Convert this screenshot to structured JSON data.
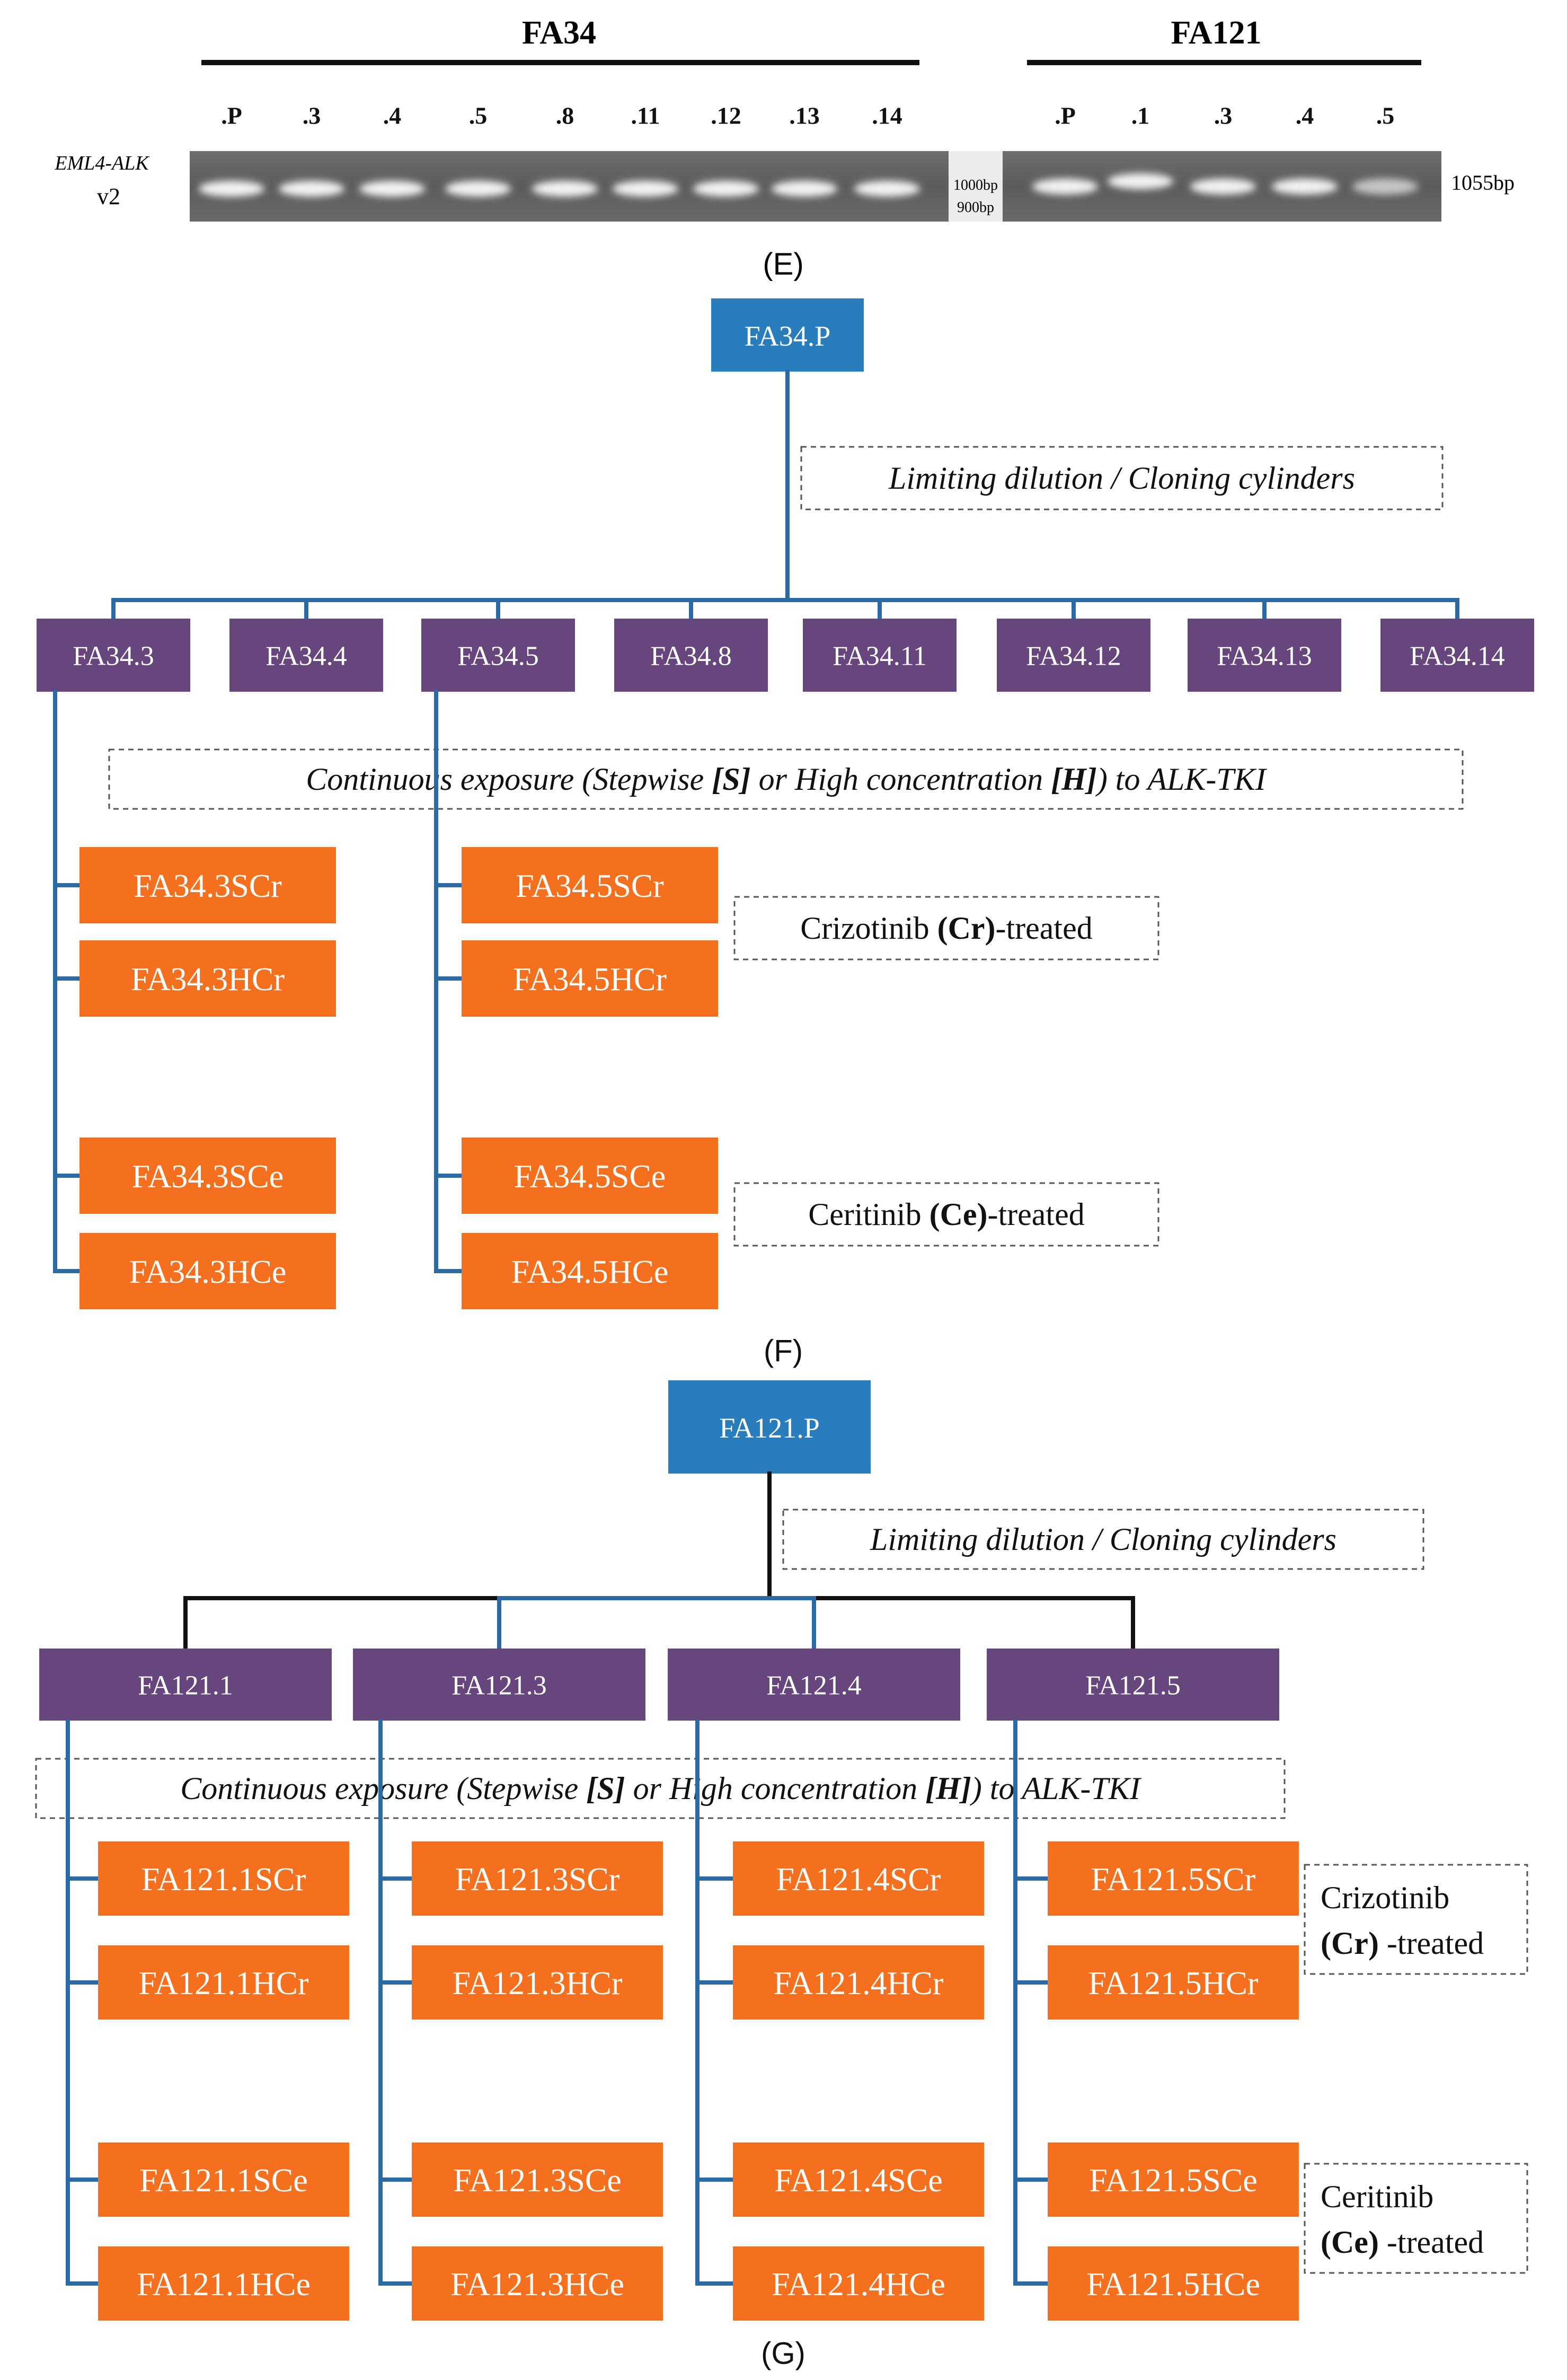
{
  "colors": {
    "blue_node": "#2a7dbd",
    "purple_node": "#66467d",
    "orange_node": "#f5701e",
    "tree_line": "#2a6aa5",
    "black_line": "#111111",
    "gel_bg": "#5f5f5f",
    "band": "#f2f2f2"
  },
  "gel": {
    "group_fa34": "FA34",
    "group_fa121": "FA121",
    "lanes_fa34": [
      ".P",
      ".3",
      ".4",
      ".5",
      ".8",
      ".11",
      ".12",
      ".13",
      ".14"
    ],
    "lanes_fa121": [
      ".P",
      ".1",
      ".3",
      ".4",
      ".5"
    ],
    "row_label_gene": "EML4-ALK",
    "row_label_variant": "v2",
    "marker_top": "1000bp",
    "marker_bottom": "900bp",
    "band_size": "1055bp"
  },
  "panel_labels": {
    "e": "(E)",
    "f": "(F)",
    "g": "(G)"
  },
  "tree_f": {
    "root": "FA34.P",
    "cloning_note": "Limiting dilution / Cloning cylinders",
    "clones": [
      "FA34.3",
      "FA34.4",
      "FA34.5",
      "FA34.8",
      "FA34.11",
      "FA34.12",
      "FA34.13",
      "FA34.14"
    ],
    "exposure_note": [
      "Continuous exposure (Stepwise ",
      "[S]",
      " or High concentration ",
      "[H]",
      ") to ALK-TKI"
    ],
    "branch_a": [
      "FA34.3SCr",
      "FA34.3HCr",
      "FA34.3SCe",
      "FA34.3HCe"
    ],
    "branch_b": [
      "FA34.5SCr",
      "FA34.5HCr",
      "FA34.5SCe",
      "FA34.5HCe"
    ],
    "crizotinib_note": [
      "Crizotinib ",
      "(Cr)",
      "-treated"
    ],
    "ceritinib_note": [
      "Ceritinib ",
      "(Ce)",
      "-treated"
    ]
  },
  "tree_g": {
    "root": "FA121.P",
    "cloning_note": "Limiting dilution / Cloning cylinders",
    "clones": [
      "FA121.1",
      "FA121.3",
      "FA121.4",
      "FA121.5"
    ],
    "exposure_note": [
      "Continuous exposure (Stepwise ",
      "[S]",
      " or High concentration ",
      "[H]",
      ") to ALK-TKI"
    ],
    "branches": [
      [
        "FA121.1SCr",
        "FA121.1HCr",
        "FA121.1SCe",
        "FA121.1HCe"
      ],
      [
        "FA121.3SCr",
        "FA121.3HCr",
        "FA121.3SCe",
        "FA121.3HCe"
      ],
      [
        "FA121.4SCr",
        "FA121.4HCr",
        "FA121.4SCe",
        "FA121.4HCe"
      ],
      [
        "FA121.5SCr",
        "FA121.5HCr",
        "FA121.5SCe",
        "FA121.5HCe"
      ]
    ],
    "crizotinib_note": [
      "Crizotinib",
      "(Cr)",
      " -treated"
    ],
    "ceritinib_note": [
      "Ceritinib",
      "(Ce)",
      " -treated"
    ]
  }
}
